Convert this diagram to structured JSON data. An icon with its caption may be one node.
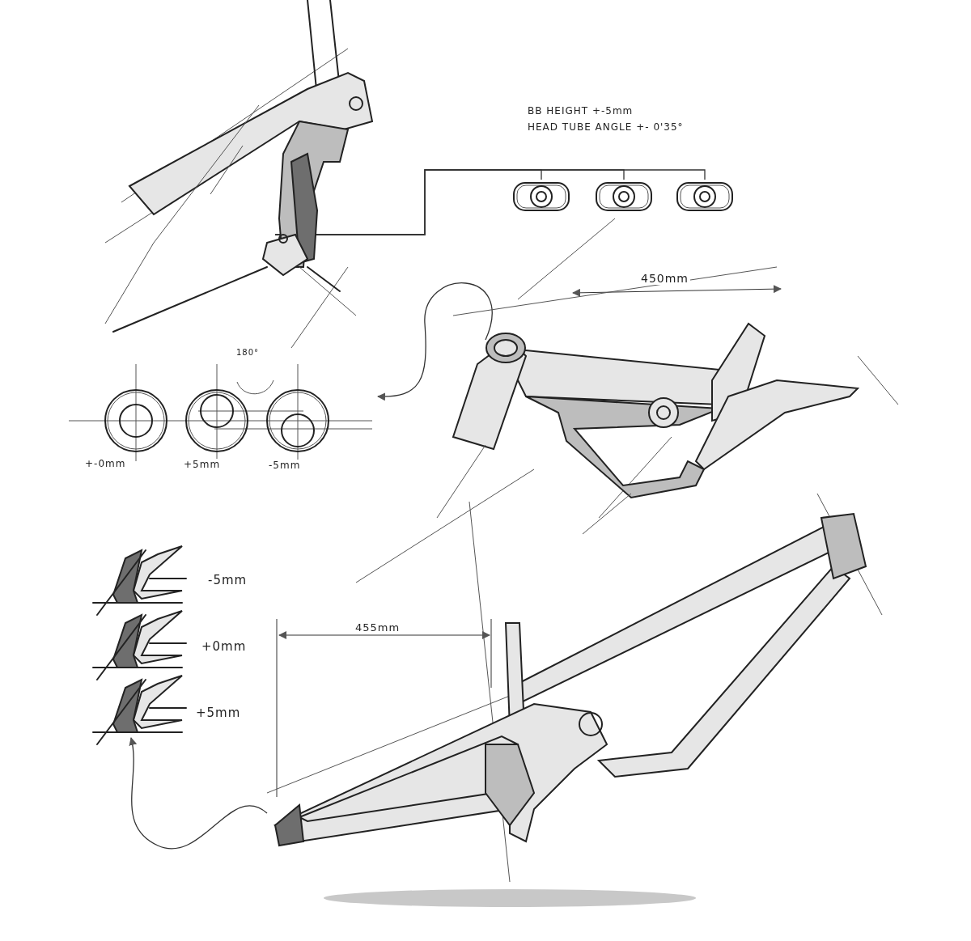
{
  "diagram": {
    "nodes": [
      {
        "text": [],
        "shape": "picture"
      },
      {
        "text": [],
        "shape": "picture"
      },
      {
        "text": [],
        "shape": "picture"
      },
      {
        "text": [],
        "shape": "picture"
      },
      {
        "text": [],
        "shape": "picture"
      },
      {
        "text": [],
        "shape": "picture"
      },
      {
        "text": [],
        "shape": "picture"
      },
      {
        "text": [],
        "shape": "picture"
      }
    ],
    "edges": [
      {
        "from": 0,
        "to": 1,
        "arrow": "none"
      },
      {
        "from": 0,
        "to": 2,
        "arrow": "none"
      },
      {
        "from": 0,
        "to": 3,
        "arrow": "none"
      },
      {
        "from": 4,
        "to": 5,
        "arrow": "to"
      },
      {
        "from": 6,
        "to": 7,
        "arrow": "to"
      }
    ],
    "labels": [
      "BB HEIGHT +-5mm",
      "HEAD TUBE ANGLE +- 0'35°",
      "450mm",
      "180°",
      "+-0mm",
      "+5mm",
      "-5mm",
      "-5mm",
      "+0mm",
      "455mm",
      "+5mm"
    ]
  }
}
